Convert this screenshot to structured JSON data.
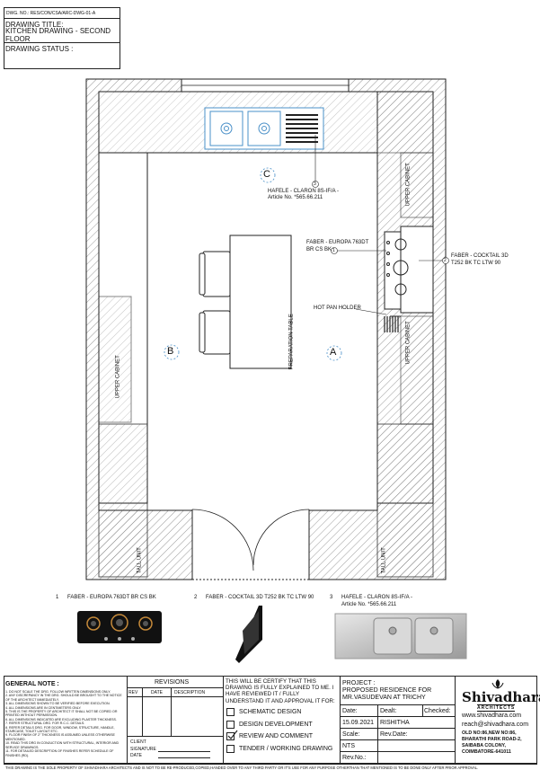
{
  "header": {
    "dwg_no": "DWG. NO.: RES/CON/CSA/ARC-DWG-01-A",
    "title_label": "DRAWING TITLE:",
    "title": "KITCHEN DRAWING - SECOND FLOOR",
    "status_label": "DRAWING STATUS :"
  },
  "plan": {
    "labels": {
      "upper_cabinet": "UPPER CABINET",
      "tall_unit": "TALL UNIT",
      "prep_table": "PREPARATION TABLE",
      "hot_pan": "HOT PAN HOLDER"
    },
    "callouts": {
      "sink": "HAFELE - CLARON 8S-IF/A - Article No. *565.66.211",
      "sink_line1": "HAFELE - CLARON 8S-IF/A -",
      "sink_line2": "Article No. *565.66.211",
      "sink_num": "3",
      "hob_line1": "FABER - EUROPA 763DT",
      "hob_line2": "BR CS BK",
      "hob_num": "1",
      "hood_line1": "FABER - COCKTAIL 3D",
      "hood_line2": "T252 BK TC LTW 90",
      "hood_num": "2"
    },
    "views": {
      "a": "A",
      "b": "B",
      "c": "C"
    }
  },
  "products": [
    {
      "num": "1",
      "label": "FABER - EUROPA 763DT BR CS BK"
    },
    {
      "num": "2",
      "label": "FABER - COCKTAIL 3D T252 BK TC LTW 90"
    },
    {
      "num": "3",
      "label": "HAFELE - CLARON 8S-IF/A -",
      "label2": "Article No. *565.66.211"
    }
  ],
  "general_note": {
    "title": "GENERAL NOTE :",
    "items": [
      "1. DO NOT SCALE THE DRG. FOLLOW WRITTEN DIMENSIONS ONLY.",
      "2. ANY DISCREPANCY IN THE DRG. SHOULD BE BROUGHT TO THE NOTICE OF THE ARCHITECT IMMEDIATELY.",
      "3. ALL DIMENSIONS SHOWN TO BE VERIFIED BEFORE EXECUTION.",
      "4. ALL DIMENSIONS ARE IN CENTIMETERS ONLY.",
      "5. THIS IS THE PROPERTY OF ARCHITECT IT SHALL NOT BE COPIED OR PRINTED WITHOUT PERMISSION.",
      "6. ALL DIMENSIONS INDICATED ARE EXCLUDING PLASTER THICKNESS.",
      "7. REFER STRUCTURAL DRG. FOR R.C.C. DETAILS.",
      "8. REFER DETAILS DRG. FOR DOOR, WINDOW, STRUCTURE, HANDLE, STAIRCASE, TOILET LAYOUT ETC.",
      "9. FLOOR FINISH OF 2\" THICKNESS IS ASSUMED UNLESS OTHERWISE MENTIONED.",
      "10. READ THIS DRG IN CONJUCTION WITH STRUCTURAL, INTERIOR AND SERVICE DRAWINGS.",
      "11. FOR DETAILED DESCRIPTION OF FINISHES REFER SCHEDULE OF FINISHES (RD)."
    ]
  },
  "revisions": {
    "title": "REVISIONS",
    "columns": [
      "REV",
      "DATE",
      "DESCRIPTION"
    ],
    "client": "CLIENT",
    "signature": "SIGNATURE",
    "date": "DATE"
  },
  "certify": {
    "text": "THIS WILL BE CERTIFY THAT THIS DRAWING IS FULLY EXPLAINED TO ME. I HAVE REVIEWED IT / FULLY UNDERSTAND IT AND APPROVAL IT FOR:",
    "options": [
      "SCHEMATIC DESIGN",
      "DESIGN DEVELOPMENT",
      "REVIEW AND COMMENT",
      "TENDER / WORKING DRAWING"
    ],
    "checked": 2
  },
  "project": {
    "label": "PROJECT :",
    "name": "PROPOSED RESIDENCE FOR MR.VASUDEVAN AT TRICHY",
    "date_label": "Date:",
    "date": "15.09.2021",
    "dealt_label": "Dealt:",
    "dealt": "RISHITHA",
    "checked_label": "Checked:",
    "scale_label": "Scale:",
    "scale": "NTS",
    "revdate_label": "Rev.Date:",
    "revno_label": "Rev.No.:"
  },
  "firm": {
    "name": "Shivadhara",
    "sub": "ARCHITECTS",
    "web": "www.shivadhara.com",
    "email": "reach@shivadhara.com",
    "address": [
      "OLD NO:86,NEW NO:86,",
      "BHARATHI PARK ROAD-2,",
      "SAIBABA COLONY,",
      "COIMBATORE-641011"
    ]
  },
  "footer": "THIS DRAWING IS THE SOLE PROPERTY OF SHIVADHARA ARCHITECTS AND IS NOT TO BE RE-PRODUCED,COPIED,HANDED OVER TO ANY THIRD PARTY OR IT'S USE FOR ANY PURPOSE OTHERTHAN THAT MENTIONED IS TO BE DONE ONLY AFTER PRIOR APPROVAL.",
  "colors": {
    "line": "#222222",
    "sink": "#4a90c8",
    "hob_glass": "#111111"
  }
}
